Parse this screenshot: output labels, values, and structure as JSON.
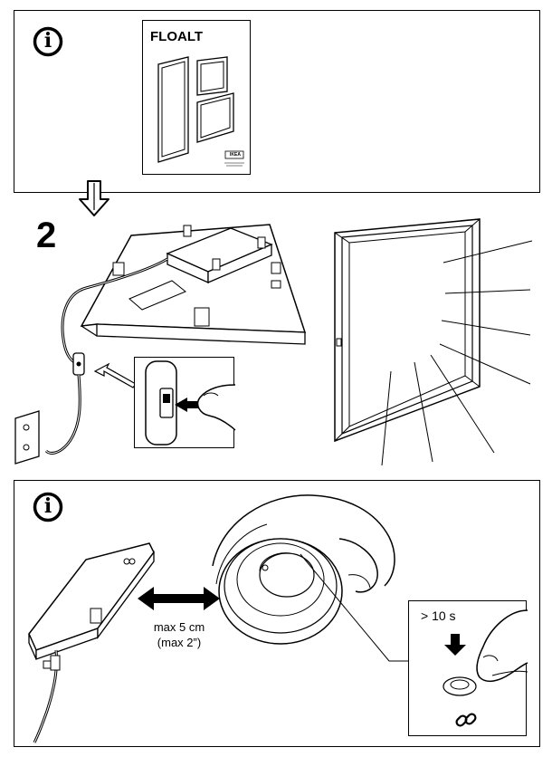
{
  "top_panel": {
    "info_symbol": "i",
    "booklet_title": "FLOALT",
    "booklet_brand": "IKEA"
  },
  "step": {
    "number": "2"
  },
  "bottom_panel": {
    "info_symbol": "i",
    "distance_line1": "max 5 cm",
    "distance_line2": "(max 2”)",
    "press_time": "> 10 s"
  },
  "icons": [
    "info-icon",
    "arrow-down-icon",
    "link-icon",
    "light-rays-icon"
  ]
}
